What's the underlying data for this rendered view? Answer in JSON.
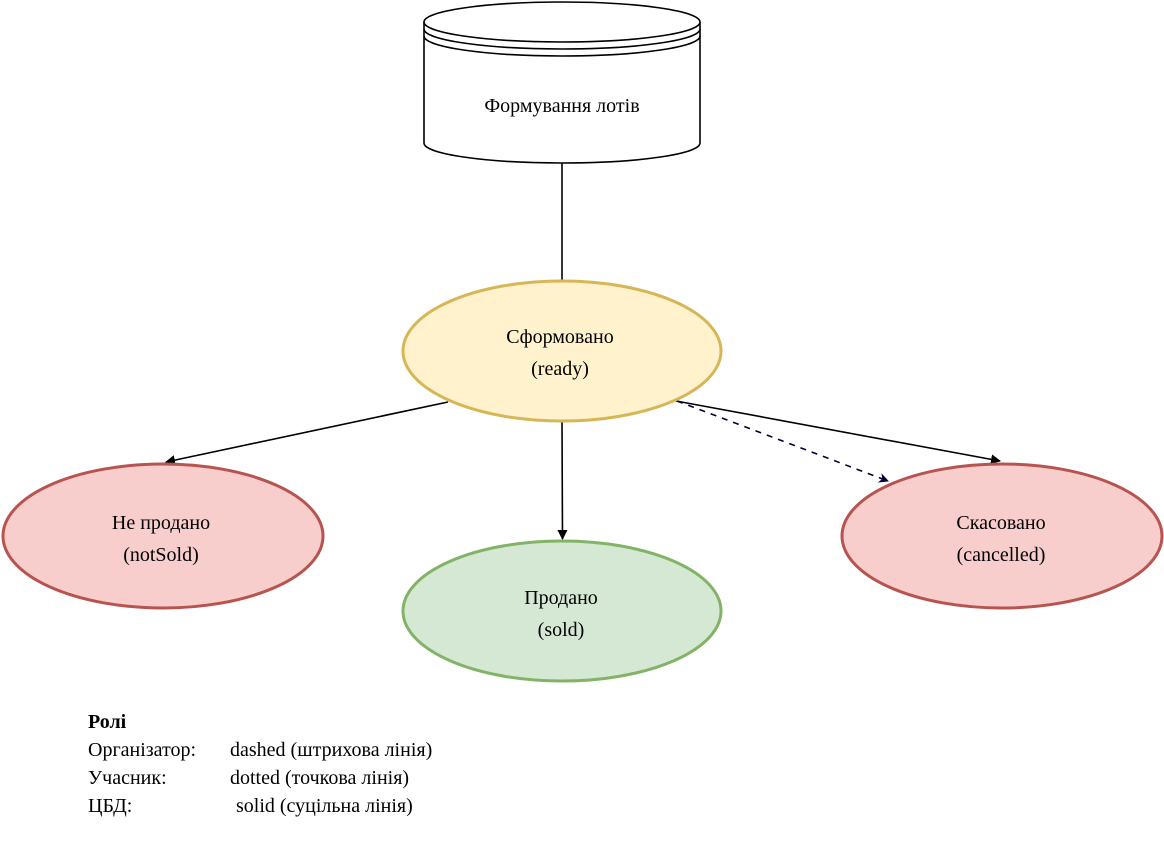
{
  "diagram": {
    "title": "Lot status transitions",
    "nodes": {
      "source": {
        "label": "Формування лотів",
        "shape": "cylinder",
        "fill": "#ffffff",
        "stroke": "#000000"
      },
      "ready": {
        "line1": "Сформовано",
        "line2": "(ready)",
        "shape": "ellipse",
        "fill": "#fff2cc",
        "stroke": "#d6b656"
      },
      "notSold": {
        "line1": "Не продано",
        "line2": "(notSold)",
        "shape": "ellipse",
        "fill": "#f8cecc",
        "stroke": "#b85450"
      },
      "sold": {
        "line1": "Продано",
        "line2": "(sold)",
        "shape": "ellipse",
        "fill": "#d5e8d4",
        "stroke": "#82b366"
      },
      "cancelled": {
        "line1": "Скасовано",
        "line2": "(cancelled)",
        "shape": "ellipse",
        "fill": "#f8cecc",
        "stroke": "#b85450"
      }
    },
    "edges": [
      {
        "from": "source",
        "to": "ready",
        "style": "solid",
        "arrow": false,
        "color": "#000000"
      },
      {
        "from": "ready",
        "to": "notSold",
        "style": "solid",
        "arrow": true,
        "color": "#000000"
      },
      {
        "from": "ready",
        "to": "sold",
        "style": "solid",
        "arrow": true,
        "color": "#000000"
      },
      {
        "from": "ready",
        "to": "cancelled",
        "style": "solid",
        "arrow": true,
        "color": "#000000"
      },
      {
        "from": "ready",
        "to": "cancelled",
        "style": "dashed",
        "arrow": true,
        "color": "#000033"
      }
    ]
  },
  "legend": {
    "title": "Ролі",
    "rows": [
      {
        "role": "Організатор:",
        "style": "dashed (штрихова лінія)"
      },
      {
        "role": "Учасник:",
        "style": "dotted (точкова лінія)"
      },
      {
        "role": "ЦБД:",
        "style": "solid (суцільна лінія)"
      }
    ]
  }
}
